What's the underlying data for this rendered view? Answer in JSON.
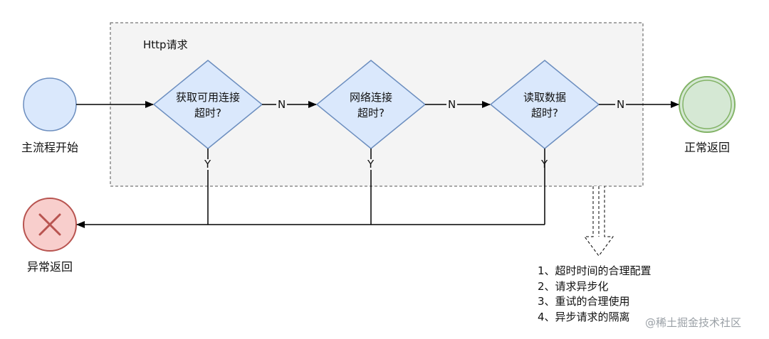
{
  "group": {
    "title": "Http请求"
  },
  "nodes": {
    "start": {
      "label": "主流程开始"
    },
    "end_ok": {
      "label": "正常返回"
    },
    "end_err": {
      "label": "异常返回"
    }
  },
  "decisions": [
    {
      "line1": "获取可用连接",
      "line2": "超时?"
    },
    {
      "line1": "网络连接",
      "line2": "超时?"
    },
    {
      "line1": "读取数据",
      "line2": "超时?"
    }
  ],
  "edge_labels": {
    "no": "N",
    "yes": "Y"
  },
  "notes": [
    "1、超时时间的合理配置",
    "2、请求异步化",
    "3、重试的合理使用",
    "4、异步请求的隔离"
  ],
  "watermark": "@稀土掘金技术社区",
  "colors": {
    "start_fill": "#dae8fc",
    "start_stroke": "#6c8ebf",
    "decision_fill": "#dae8fc",
    "decision_stroke": "#6c8ebf",
    "ok_fill": "#d5e8d4",
    "ok_stroke": "#82b366",
    "err_fill": "#f8cecc",
    "err_stroke": "#b85450",
    "group_fill": "#f4f4f4",
    "group_stroke": "#555555"
  }
}
